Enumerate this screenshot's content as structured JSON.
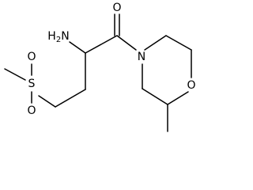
{
  "molecule": {
    "atom_labels": {
      "amine": "H2N",
      "amine_h": "H",
      "amine_sub": "2",
      "amine_n": "N",
      "carbonyl_oxygen": "O",
      "ring_nitrogen": "N",
      "ring_oxygen": "O",
      "sulfur": "S",
      "sulfonyl_oxygen_top": "O",
      "sulfonyl_oxygen_bottom": "O"
    },
    "bond_color": "#000000",
    "background_color": "#ffffff"
  }
}
